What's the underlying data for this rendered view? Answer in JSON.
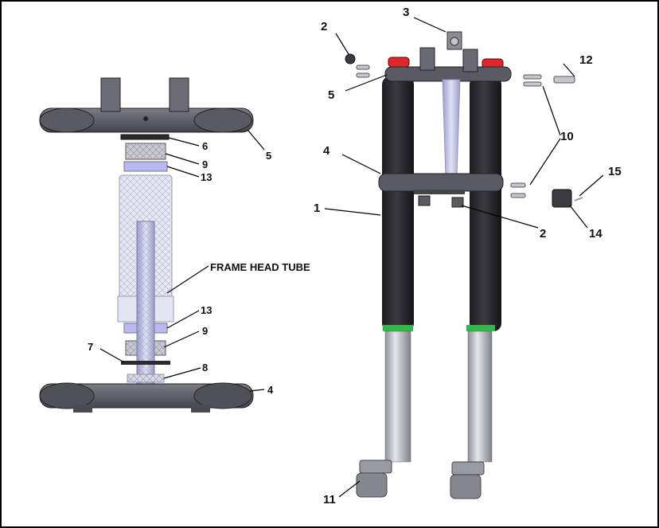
{
  "diagram": {
    "type": "exploded-parts-diagram",
    "callouts": {
      "c1": "1",
      "c2a": "2",
      "c2b": "2",
      "c3": "3",
      "c4a": "4",
      "c4b": "4",
      "c5a": "5",
      "c5b": "5",
      "c6": "6",
      "c7": "7",
      "c8": "8",
      "c9a": "9",
      "c9b": "9",
      "c10": "10",
      "c11": "11",
      "c12": "12",
      "c13a": "13",
      "c13b": "13",
      "c14": "14",
      "c15": "15"
    },
    "frame_head_tube_label": "FRAME HEAD TUBE"
  },
  "colors": {
    "clamp_dark": "#4a4a52",
    "clamp_mid": "#6e6e78",
    "fork_tube_black": "#2b2b2f",
    "slider_silver": "#b9bcc4",
    "cap_red": "#e0262a",
    "seal_green": "#2fb84a",
    "bearing_blue": "#b8b8f2",
    "head_tube": "#e8e8f4"
  }
}
